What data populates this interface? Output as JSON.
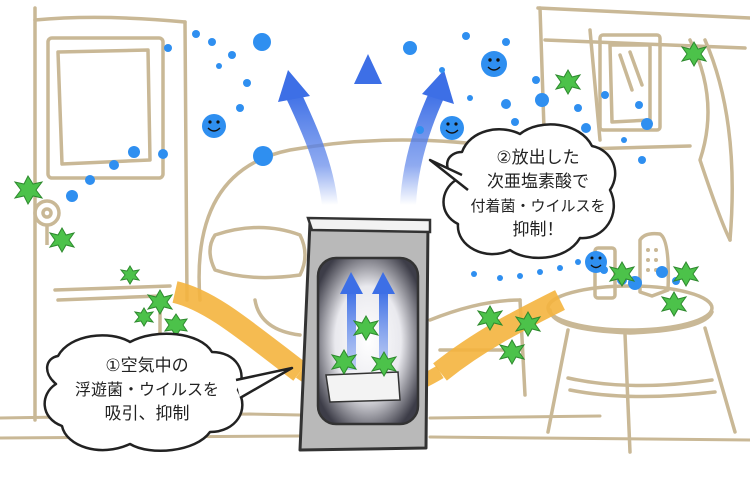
{
  "callouts": {
    "release": {
      "lines": [
        "②放出した",
        "次亜塩素酸で",
        "付着菌・ウイルスを",
        "抑制！"
      ]
    },
    "intake": {
      "lines": [
        "①空気中の",
        "浮遊菌・ウイルスを",
        "吸引、抑制"
      ]
    }
  },
  "colors": {
    "outline": "#c9b896",
    "particle": "#2f8ff0",
    "germ": "#4cc24a",
    "airflow_out": "#5f86ea",
    "airflow_in": "#f4b43e",
    "purifier_body": "#b9b9b9",
    "purifier_outline": "#333333"
  }
}
